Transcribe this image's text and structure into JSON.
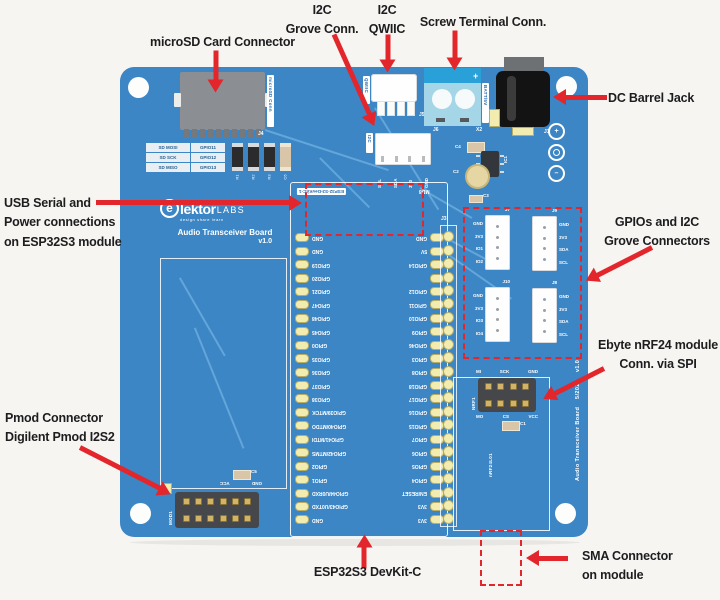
{
  "colors": {
    "accent_red": "#e2262b",
    "board_blue": "#3c86c6",
    "trace_blue": "#6fb0e0",
    "pad_yellow": "#f2ecb0",
    "screw_light": "#a4d6e8",
    "screw_dark": "#29a0d8"
  },
  "annotations": {
    "microsd": {
      "text": "microSD Card Connector"
    },
    "grove": {
      "line1": "I2C",
      "line2": "Grove Conn."
    },
    "qwiic": {
      "line1": "I2C",
      "line2": "QWIIC"
    },
    "screw": {
      "text": "Screw Terminal Conn."
    },
    "barrel": {
      "text": "DC Barrel Jack"
    },
    "usb": {
      "line1": "USB Serial and",
      "line2": "Power connections",
      "line3": "on ESP32S3 module"
    },
    "gpio": {
      "line1": "GPIOs and I2C",
      "line2": "Grove Connectors"
    },
    "nrf": {
      "line1": "Ebyte nRF24 module",
      "line2": "Conn. via SPI"
    },
    "pmod": {
      "line1": "Pmod Connector",
      "line2": "Digilent Pmod I2S2"
    },
    "esp32": {
      "text": "ESP32S3 DevKit-C"
    },
    "sma": {
      "line1": "SMA Connector",
      "line2": "on module"
    }
  },
  "board": {
    "silkscreen": {
      "logo": {
        "e": "e",
        "brand": "lektor",
        "labs": "LABS",
        "tagline": "design share learn",
        "title": "Audio Transceiver Board",
        "version": "v1.0"
      },
      "edge_text": "Audio Transceiver Board    5/2025    v1.0"
    },
    "sd": {
      "ref": "J4",
      "vertical": "microSD Conn",
      "table": [
        [
          "SD MOSI",
          "GPIO11"
        ],
        [
          "SD SCK",
          "GPIO12"
        ],
        [
          "SD MISO",
          "GPIO13"
        ]
      ]
    },
    "smd_parts": [
      "R1",
      "R2",
      "R3",
      "C6"
    ],
    "mid_parts": {
      "c4": "C4",
      "c2": "C2",
      "c3": "C3",
      "ic1": "IC1",
      "c1": "C1",
      "c5": "C5"
    },
    "qwiic": {
      "ref": "J5",
      "vertical": "QWIIC"
    },
    "grove": {
      "ref": "J6",
      "vertical": "I2C",
      "pins": [
        "SCL",
        "SDA",
        "3V3",
        "GND"
      ]
    },
    "screw": {
      "ref": "X2",
      "vertical": "BATT/5V",
      "plus": "+"
    },
    "barrel": {
      "ref": "J1",
      "pads": [
        "+",
        "",
        "–"
      ]
    },
    "module": {
      "silk": "ESP32-S3-DevKitC-1",
      "silk_right": "MD8",
      "pins_left": [
        "GND",
        "GND",
        "GPIO19",
        "GPIO20",
        "GPIO21",
        "GPIO47",
        "GPIO48",
        "GPIO45",
        "GPIO0",
        "GPIO35",
        "GPIO36",
        "GPIO37",
        "GPIO38",
        "GPIO39/MTCK",
        "GPIO40/MTDO",
        "GPIO41/MTDI",
        "GPIO42/MTMS",
        "GPIO2",
        "GPIO1",
        "GPIO44/U0RXD",
        "GPIO43/U0TXD",
        "GND"
      ],
      "pins_right": [
        "GND",
        "5V",
        "GPIO14",
        "",
        "GPIO12",
        "GPIO11",
        "GPIO10",
        "GPIO9",
        "GPIO46",
        "GPIO3",
        "GPIO8",
        "GPIO18",
        "GPIO17",
        "GPIO16",
        "GPIO15",
        "GPIO7",
        "GPIO6",
        "GPIO5",
        "GPIO4",
        "EN/RESET",
        "3V3",
        "3V3"
      ]
    },
    "header_col": {
      "ref": "J3"
    },
    "grove_headers": [
      {
        "ref": "J7",
        "side": "left",
        "pins": [
          "GND",
          "3V3",
          "IO1",
          "IO2"
        ]
      },
      {
        "ref": "J9",
        "side": "right",
        "pins": [
          "GND",
          "3V3",
          "SDA",
          "SCL"
        ]
      },
      {
        "ref": "J10",
        "side": "left",
        "pins": [
          "GND",
          "3V3",
          "IO3",
          "IO4"
        ]
      },
      {
        "ref": "J8",
        "side": "right",
        "pins": [
          "GND",
          "3V3",
          "SDA",
          "SCL"
        ]
      }
    ],
    "nrf": {
      "ref": "NRF1",
      "module_silk": "nRF24L01",
      "top_pins": [
        "MI",
        "SCK",
        "GND"
      ],
      "bottom_pins": [
        "MO",
        "CS",
        "VCC"
      ]
    },
    "pmod": {
      "ref": "MOD1",
      "top_pins": [
        "GND",
        "VCC"
      ]
    }
  }
}
